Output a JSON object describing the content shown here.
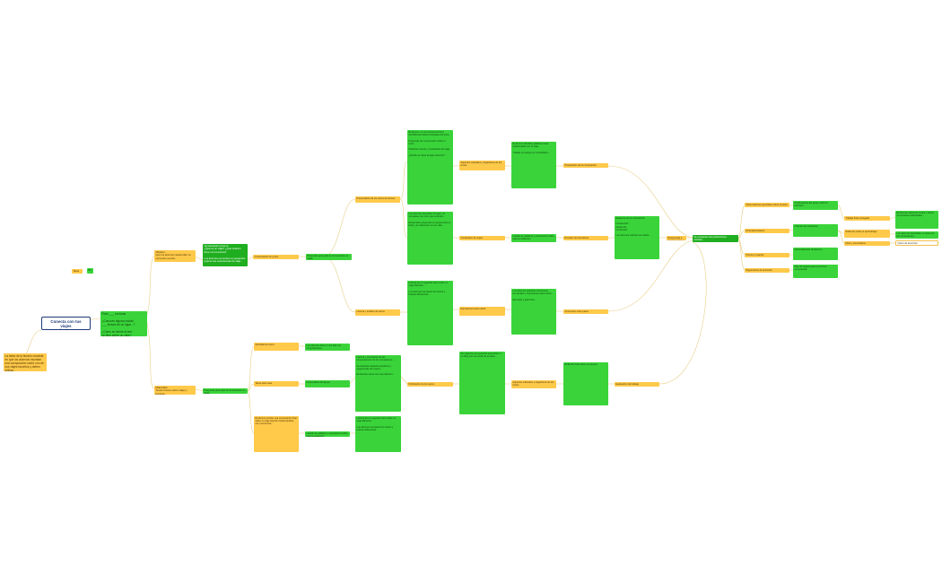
{
  "map": {
    "root": "Conecta con tus viajes\ny lecturas",
    "intro": "La tarea de la lección consiste en que los alumnos escriban una composición sobre uno de sus viajes favoritos y deben utilizar...",
    "small_label": "Tarea",
    "small_tag": "B1",
    "topic": "Rollo ___ Lecturas\n\n¿Conoces alguna ciudad\n___ lectura de un lugar...?\n\n¿Cómo se siente al leer\nun libro sobre un viaje?",
    "branch_top": "Objetivo:\nQue los alumnos desarrollen su expresión escrita...",
    "branch_bottom": "Materiales:\nTextos breves sobre viajes y lecturas...",
    "mid_green_dark": "Aproximación al tema\n¿Qué es un viaje? ¿Qué relación tiene con la lectura?\n\nLos alumnos comentan en pequeños grupos sus experiencias de viaje...",
    "mid_yellow": "Conversación en grupo",
    "mid_green": "Preguntas guía para la conversación en clase",
    "upper_left_yellow": "Presentación de los textos de lectura",
    "upper_left_yellow2": "Lectura y análisis de textos",
    "big_green_1": "El alumno, en una primera lectura, identifica las ideas principales del texto...\n\nPreguntas de comprensión sobre el texto...\n\nPalabras nuevas y vocabulario del viaje...\n\n¿Dónde se ubica el lugar descrito?...",
    "big_green_2": "Los alumnos describen el lugar y lo comparan con otros que conocen...\n\nResponden preguntas en pareja sobre lo leído y lo relacionan con su vida...",
    "big_green_3": "Lectura de un segundo texto sobre un viaje diferente...\n\nLos alumnos comparan los textos y buscan diferencias...",
    "col_yellow_1": "Aspectos culturales y lingüísticos de los textos",
    "col_yellow_2": "Vocabulario de viajes",
    "col_yellow_3": "Expresiones para narrar",
    "col_green_1": "El alumno identifica palabras clave relacionadas con el viaje...\n\nTrabajo en pareja con vocabulario...",
    "col_green_2": "Listado de palabras y expresiones útiles para la redacción",
    "col_green_3": "Los alumnos practican conectores temporales y expresiones para narrar...\n\nEjemplos y ejercicios...",
    "mid_yellow_1": "Preparación de la composición",
    "mid_yellow_2": "Revisión de borradores",
    "mid_yellow_3": "Corrección entre pares",
    "big_mid_green": "Esquema de la composición\n\nIntroducción\nDesarrollo\nConclusión\n\nLos alumnos ordenan sus ideas...",
    "right_main": "Respuestas a las preguntas y puesta en común",
    "right_green_1": "Se comparten las producciones escritas...",
    "right_green_2": "Evaluación del trabajo",
    "right_green_3": "Reflexión final sobre el proceso",
    "far_right_1": "Observaciones generales sobre la tarea",
    "far_right_2": "Retroalimentación",
    "far_right_3": "Puntos a mejorar",
    "far_right_4": "Seguimiento de la lección",
    "far_green_a": "Conclusiones del grupo sobre la escritura",
    "far_green_b": "Criterios de evaluación",
    "far_green_c": "Autoevaluación del alumno",
    "far_green_d": "Plan de mejora para la próxima composición",
    "edge_yellow_1": "Trabajo final entregado",
    "edge_yellow_2": "Reflexión sobre el aprendizaje",
    "edge_yellow_3": "Nota y comentarios",
    "edge_green_1": "El docente valora los textos y ofrece comentarios individuales...",
    "edge_green_2": "Los alumnos reescriben su texto con las correcciones...",
    "edge_white": "Cierre de la lección",
    "bottom_left_yellow_1": "Actividad de cierre",
    "bottom_left_yellow_2": "Tarea para casa",
    "bottom_left_yellow_3": "El alumno escribe una composición final sobre su viaje favorito relacionándolo con una lectura...",
    "bottom_green_1": "Los alumnos leen en voz alta sus composiciones...",
    "bottom_green_2": "Comentarios del grupo",
    "bottom_green_big": "Lectura y comentario de las composiciones de los compañeros...\n\nSe destacan aspectos positivos y sugerencias de mejora...\n\nEl docente cierra con una reflexión...",
    "bottom_mid_yellow": "Publicación de los textos",
    "bottom_mid_green": "Se organiza una pequeña exposición o un blog con los textos de la clase..."
  },
  "colors": {
    "green": "#3ad43a",
    "green_dark": "#1fae1f",
    "yellow": "#ffc94a",
    "root_border": "#1e3a78",
    "line": "#e6cf8a"
  }
}
